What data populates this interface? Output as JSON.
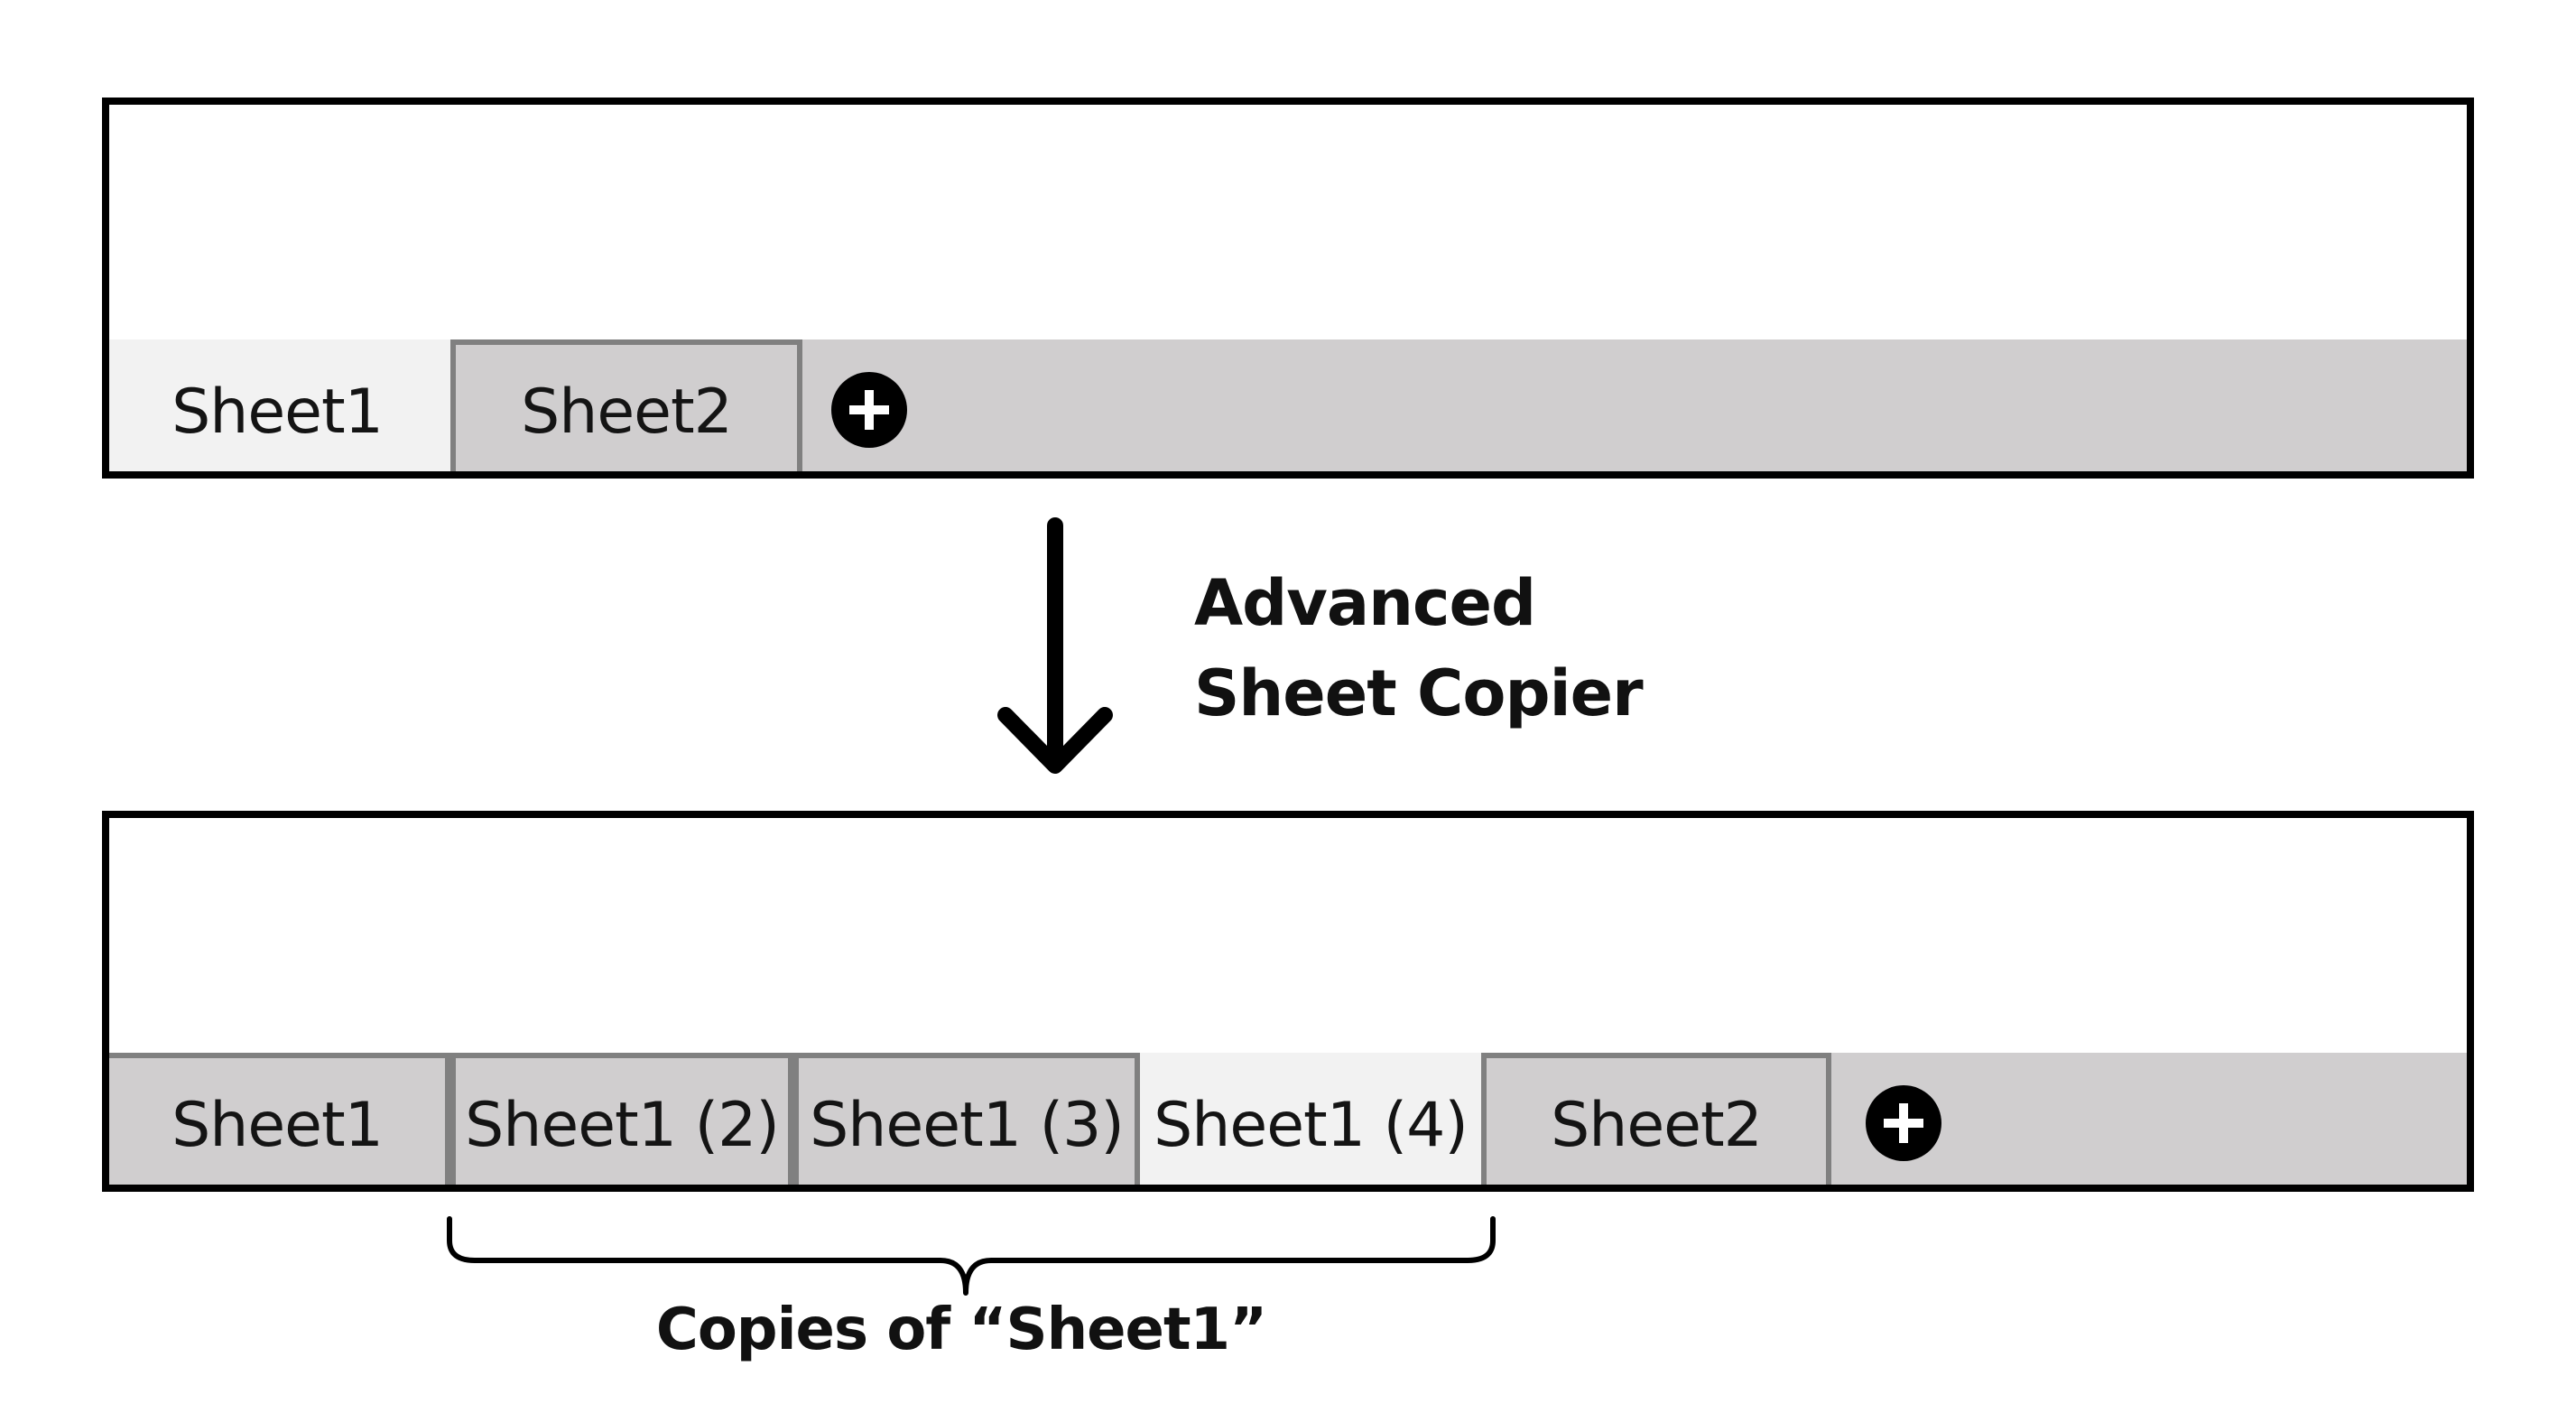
{
  "before": {
    "tabs": [
      {
        "label": "Sheet1",
        "active": true
      },
      {
        "label": "Sheet2",
        "active": false
      }
    ]
  },
  "process": {
    "line1": "Advanced",
    "line2": "Sheet Copier"
  },
  "after": {
    "tabs": [
      {
        "label": "Sheet1",
        "active": false
      },
      {
        "label": "Sheet1 (2)",
        "active": false
      },
      {
        "label": "Sheet1 (3)",
        "active": false
      },
      {
        "label": "Sheet1 (4)",
        "active": true
      },
      {
        "label": "Sheet2",
        "active": false
      }
    ]
  },
  "annotation": {
    "label": "Copies of “Sheet1”"
  },
  "icons": {
    "add_tab": "plus-circle-icon",
    "transform": "arrow-down-icon",
    "group": "curly-brace-icon"
  }
}
